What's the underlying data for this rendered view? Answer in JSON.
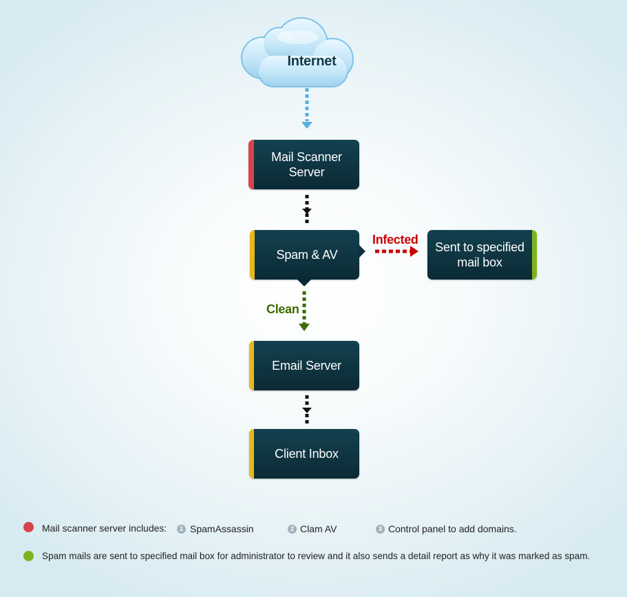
{
  "nodes": {
    "internet": "Internet",
    "mail_scanner": [
      "Mail Scanner",
      "Server"
    ],
    "spam_av": "Spam & AV",
    "sent_to": [
      "Sent to specified",
      "mail box"
    ],
    "email_server": "Email Server",
    "client_inbox": "Client Inbox"
  },
  "edges": {
    "infected": "Infected",
    "clean": "Clean"
  },
  "legend": {
    "scanner_intro": "Mail scanner server includes:",
    "components": [
      {
        "num": "1",
        "label": "SpamAssassin"
      },
      {
        "num": "2",
        "label": "Clam AV"
      },
      {
        "num": "3",
        "label": "Control panel to add domains."
      }
    ],
    "spam_note": "Spam mails are sent to specified mail box for administrator to review and it also sends a detail report as why it was marked as spam."
  },
  "colors": {
    "node_bg": "#0f3542",
    "accent_red": "#d8434a",
    "accent_yellow": "#e6b81c",
    "accent_green": "#7eb21e",
    "arrow_blue": "#5aaee0",
    "arrow_red": "#cc0000",
    "arrow_green": "#3d6b00",
    "arrow_black": "#111111"
  }
}
